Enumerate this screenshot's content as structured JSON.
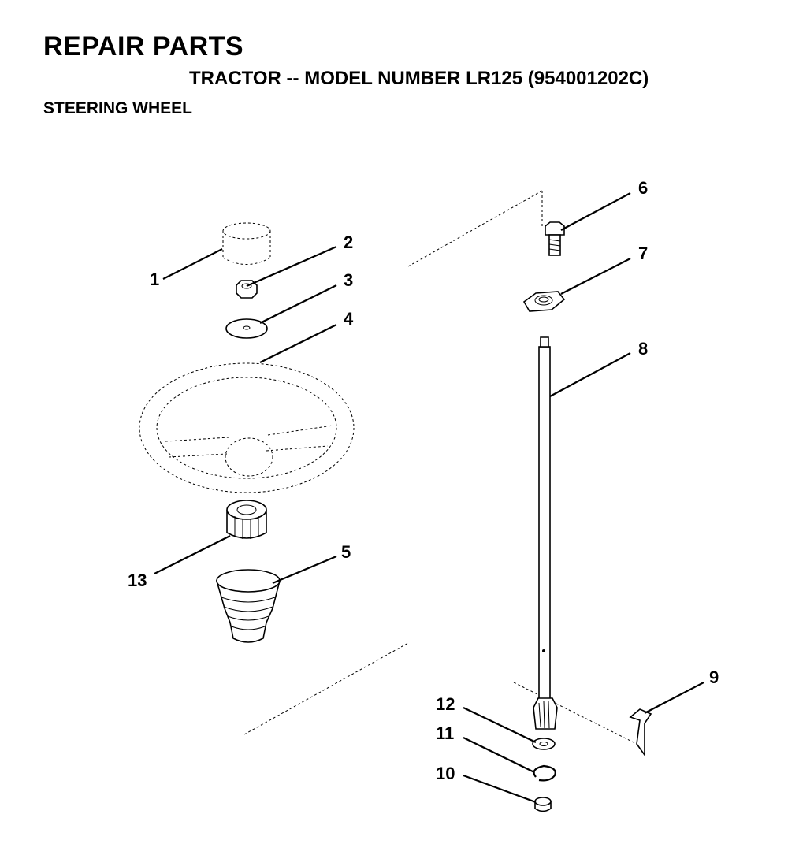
{
  "header": {
    "title": "REPAIR PARTS",
    "subtitle": "TRACTOR -- MODEL NUMBER LR125 (954001202C)",
    "section": "STEERING WHEEL"
  },
  "callouts": [
    "1",
    "2",
    "3",
    "4",
    "5",
    "6",
    "7",
    "8",
    "9",
    "10",
    "11",
    "12",
    "13"
  ]
}
